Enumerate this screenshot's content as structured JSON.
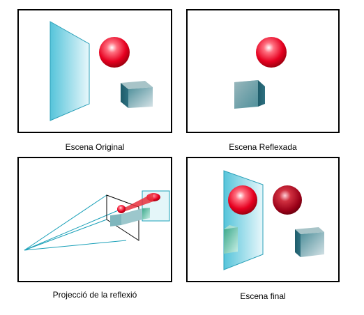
{
  "panels": [
    {
      "id": "original",
      "caption": "Escena Original"
    },
    {
      "id": "reflected",
      "caption": "Escena Reflexada"
    },
    {
      "id": "projection",
      "caption": "Projecció de la reflexió"
    },
    {
      "id": "final",
      "caption": "Escena final"
    }
  ],
  "colors": {
    "mirror": "#5bc8dc",
    "sphere": "#e00020",
    "cube": "#3a7a86",
    "line": "#1aa0b8"
  }
}
